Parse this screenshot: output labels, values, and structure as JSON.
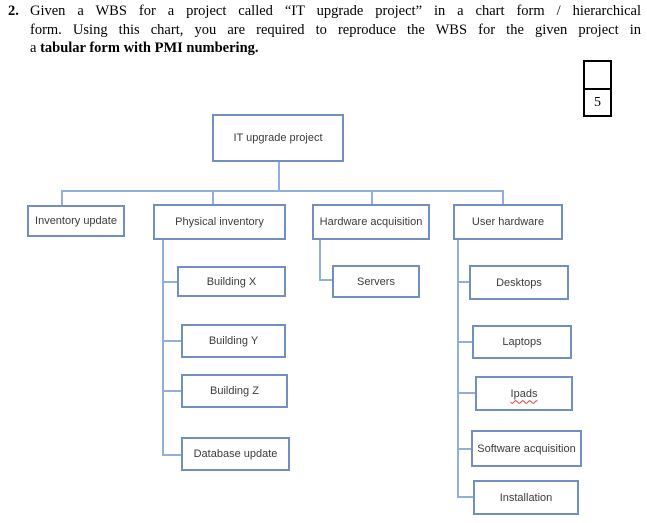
{
  "question": {
    "number": "2.",
    "line1": "Given a WBS for a project called “IT upgrade project” in a chart form / hierarchical",
    "line2": "form. Using this chart, you are required to reproduce the WBS for the given project in",
    "line3_prefix": "a ",
    "line3_bold": "tabular form with PMI numbering."
  },
  "marks_box": {
    "marks": "5"
  },
  "colors": {
    "node_border": "#7190c1",
    "connector_line": "#92aedd",
    "node_text": "#3b3b3b",
    "body_text": "#000000",
    "spellcheck_underline": "#e03c31",
    "marks_border": "#000000"
  },
  "wbs": {
    "root": "IT upgrade project",
    "branches": [
      {
        "label": "Inventory update",
        "children": []
      },
      {
        "label": "Physical inventory",
        "children": [
          "Building X",
          "Building Y",
          "Building Z",
          "Database update"
        ]
      },
      {
        "label": "Hardware acquisition",
        "children": [
          "Servers"
        ]
      },
      {
        "label": "User hardware",
        "children": [
          "Desktops",
          "Laptops",
          "Ipads",
          "Software acquisition",
          "Installation"
        ]
      }
    ]
  }
}
